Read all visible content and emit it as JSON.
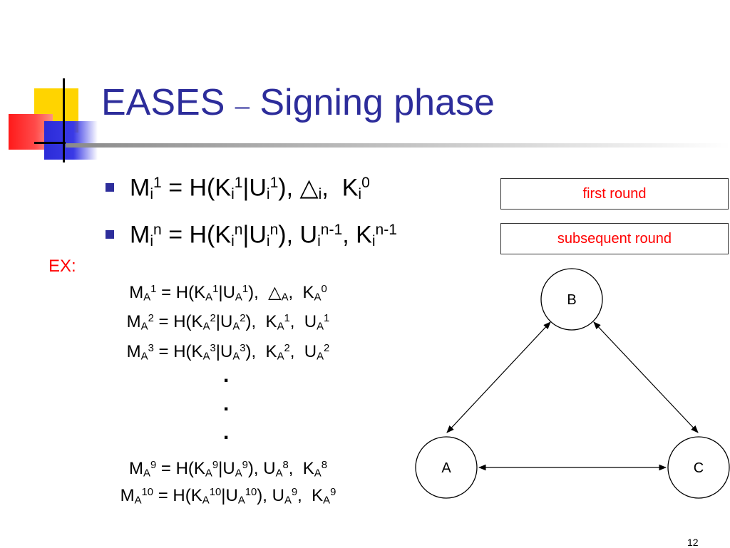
{
  "slide": {
    "title_main": "EASES",
    "title_dash": "–",
    "title_rest": "Signing phase",
    "page_number": "12"
  },
  "boxes": {
    "first": "first round",
    "subsequent": "subsequent round"
  },
  "example": {
    "label": "EX:",
    "dots": ".",
    "triangle": "△"
  },
  "graph": {
    "nodes": [
      "A",
      "B",
      "C"
    ]
  },
  "colors": {
    "title": "#2d2d9b",
    "accent_red": "#ff0000",
    "bullet": "#2d2d9b",
    "deco_yellow": "#ffd400",
    "deco_red": "#ff1a1a",
    "deco_blue": "#2b2bd8"
  }
}
